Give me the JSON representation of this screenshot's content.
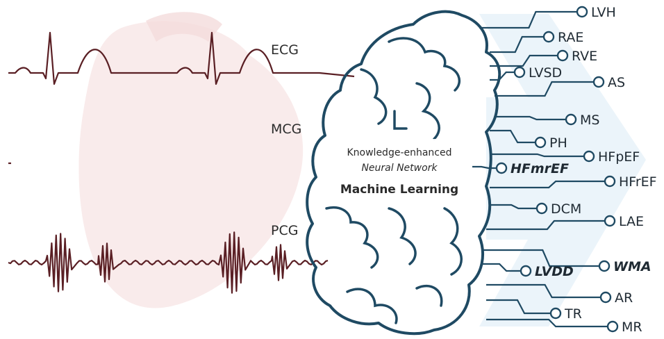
{
  "signals": [
    {
      "label": "ECG",
      "color": "#5a1f24"
    },
    {
      "label": "MCG",
      "color": "#5a1f24"
    },
    {
      "label": "PCG",
      "color": "#5a1f24"
    }
  ],
  "center": {
    "line1": "Knowledge-enhanced",
    "line2": "Neural Network",
    "line3": "Machine Learning"
  },
  "outputs": [
    {
      "label": "LVH",
      "italic": false
    },
    {
      "label": "RAE",
      "italic": false
    },
    {
      "label": "RVE",
      "italic": false
    },
    {
      "label": "LVSD",
      "italic": false
    },
    {
      "label": "AS",
      "italic": false
    },
    {
      "label": "MS",
      "italic": false
    },
    {
      "label": "PH",
      "italic": false
    },
    {
      "label": "HFpEF",
      "italic": false
    },
    {
      "label": "HFmrEF",
      "italic": true
    },
    {
      "label": "HFrEF",
      "italic": false
    },
    {
      "label": "DCM",
      "italic": false
    },
    {
      "label": "LAE",
      "italic": false
    },
    {
      "label": "WMA",
      "italic": true
    },
    {
      "label": "LVDD",
      "italic": true
    },
    {
      "label": "AR",
      "italic": false
    },
    {
      "label": "TR",
      "italic": false
    },
    {
      "label": "MR",
      "italic": false
    }
  ],
  "colors": {
    "brain_stroke": "#1f4a63",
    "heart_fill": "#f7e3e3",
    "bg_arrow": "#e6f1f8",
    "signal": "#5a1f24"
  }
}
